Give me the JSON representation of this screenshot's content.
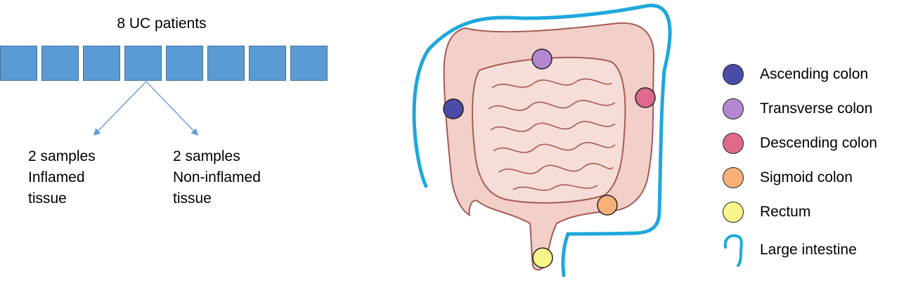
{
  "study": {
    "title": "8 UC patients",
    "patient_count": 8
  },
  "samples": {
    "inflamed": "2 samples\nInflamed\ntissue",
    "non_inflamed": "2 samples\nNon-inflamed\ntissue"
  },
  "colors": {
    "patient_box": "#5b9bd5",
    "arrow": "#5b9bd5",
    "large_intestine_outline": "#1ea7dd",
    "intestine_fill": "#f3cfc9",
    "intestine_stroke": "#a35b54"
  },
  "legend": {
    "items": [
      {
        "label": "Ascending colon",
        "color": "#4b4ba8"
      },
      {
        "label": "Transverse colon",
        "color": "#b487d0"
      },
      {
        "label": "Descending colon",
        "color": "#e0698d"
      },
      {
        "label": "Sigmoid colon",
        "color": "#f8b07a"
      },
      {
        "label": "Rectum",
        "color": "#f8f58a"
      }
    ],
    "outline_label": "Large intestine",
    "outline_icon": "curved-line-icon"
  }
}
